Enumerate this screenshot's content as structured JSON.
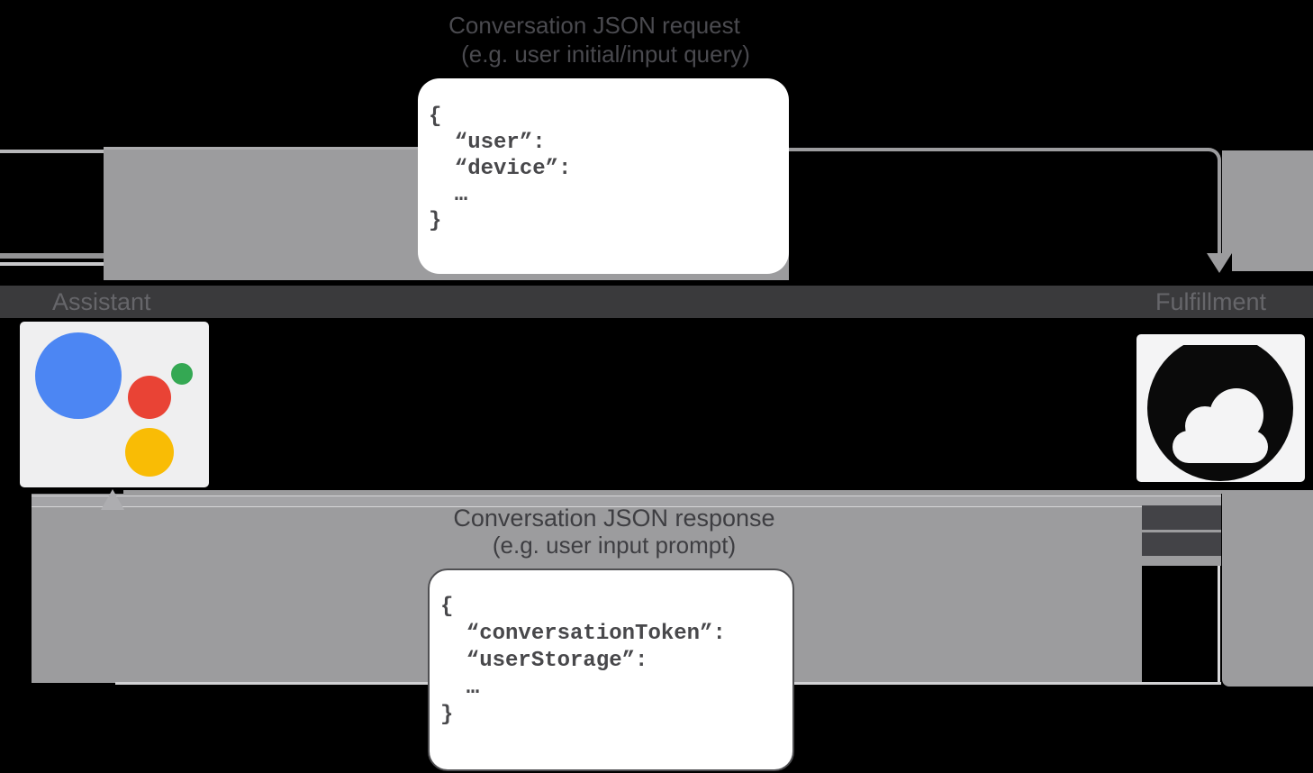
{
  "titles": {
    "request_line1": "Conversation JSON request",
    "request_line2": "(e.g. user initial/input query)",
    "response_line1": "Conversation JSON response",
    "response_line2": "(e.g. user input prompt)"
  },
  "lanes": {
    "assistant_label": "Assistant",
    "fulfillment_label": "Fulfillment"
  },
  "request_json": {
    "lines": [
      "{",
      "  “user”:",
      "  “device”:",
      "  …",
      "}"
    ]
  },
  "response_json": {
    "lines": [
      "{",
      "  “conversationToken”:",
      "  “userStorage”:",
      "  …",
      "}"
    ]
  },
  "icons": {
    "assistant": "google-assistant-logo",
    "fulfillment": "cloud-logo"
  },
  "colors": {
    "arrow-gray": "#9C9C9E",
    "lane-band": "#3A3A3C",
    "title-dim": "#4A4A4F",
    "text-dark": "#3E3E42",
    "code-text": "#48484B",
    "box-white": "#FFFFFF",
    "panel-light": "#EFEFF0",
    "assistant-blue": "#4C86F3",
    "assistant-red": "#E94335",
    "assistant-green": "#34A853",
    "assistant-yellow": "#F9BC05",
    "cloud-black": "#0A0A0A"
  }
}
